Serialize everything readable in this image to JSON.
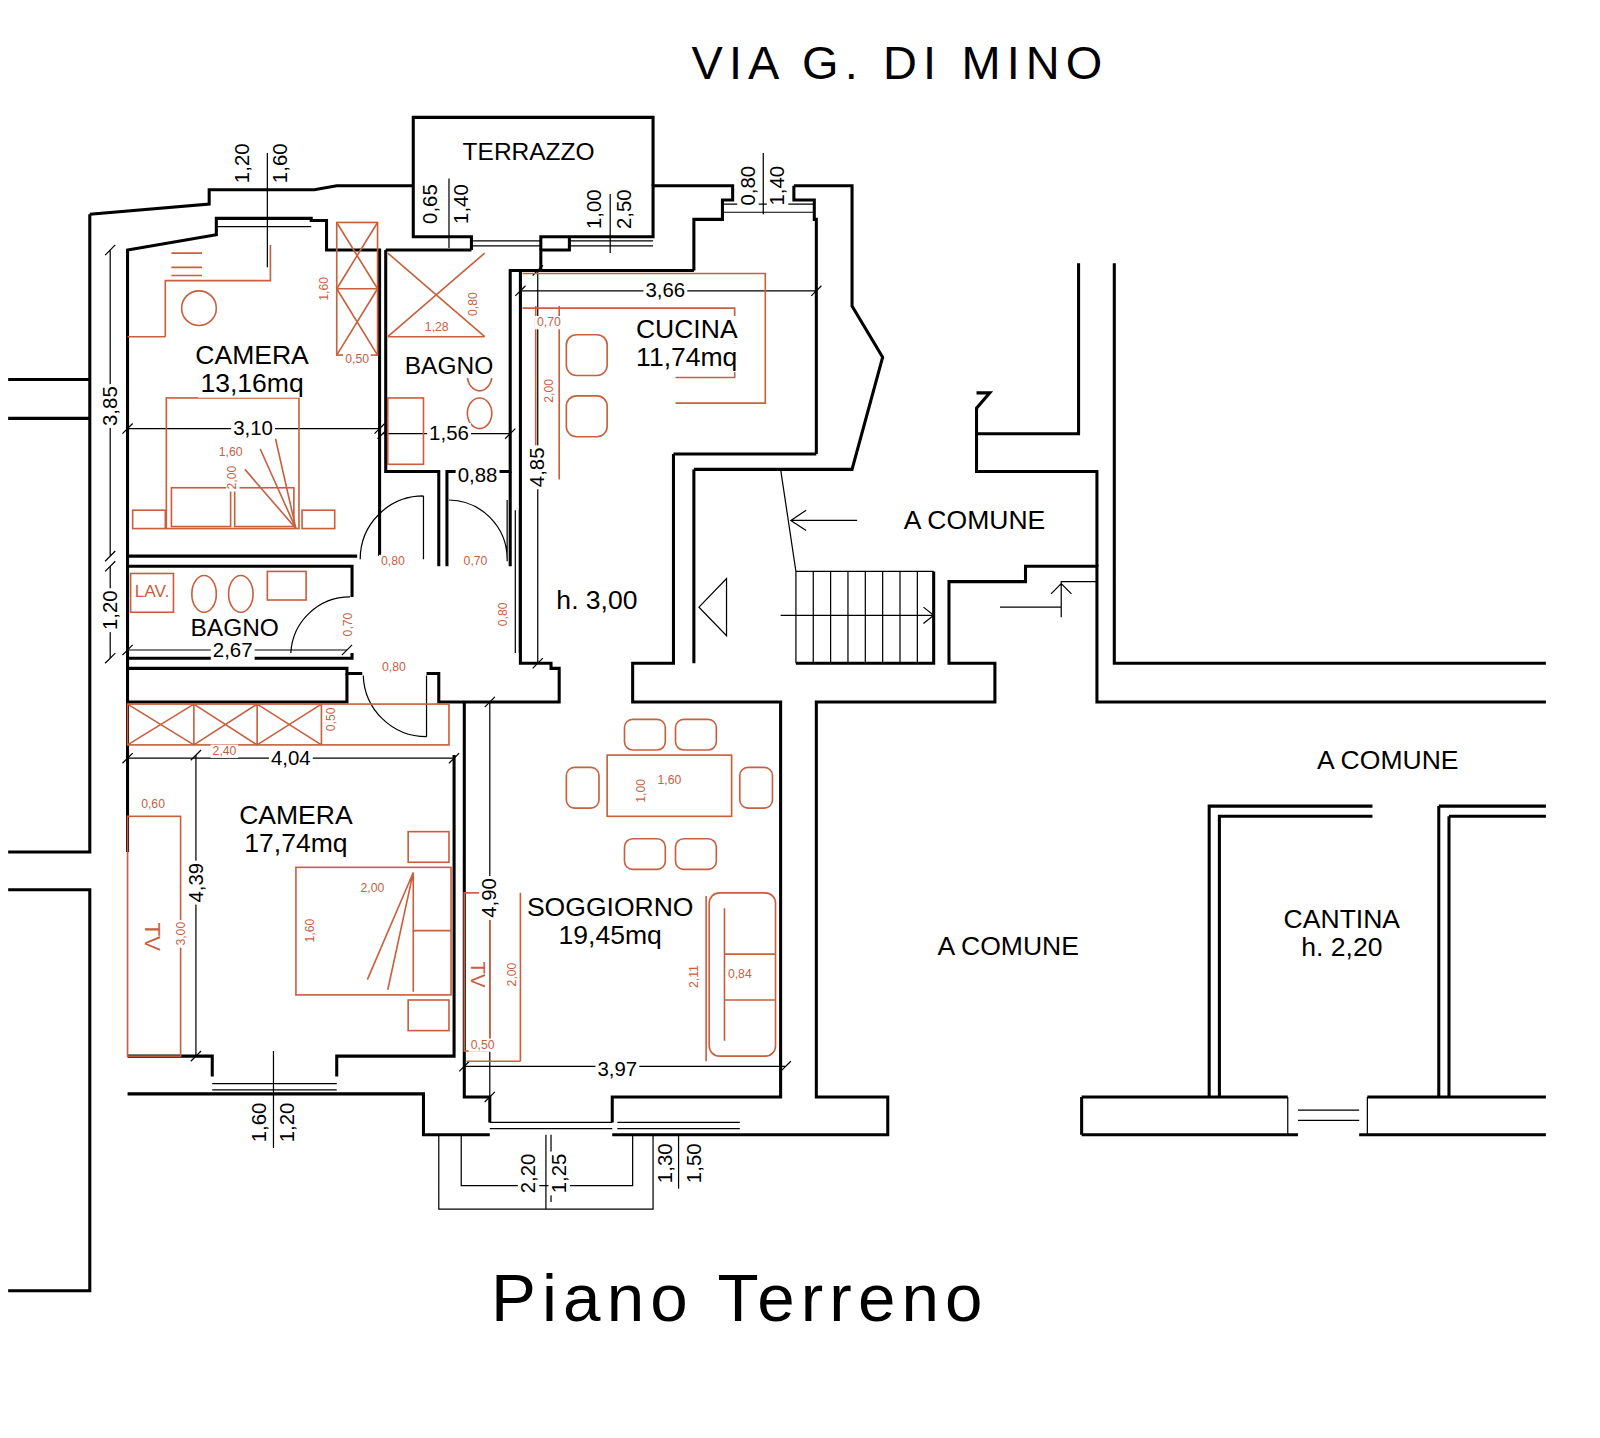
{
  "diagram": {
    "caption": "Piano Terreno",
    "nodes": [
      {
        "text": [
          "TERRAZZO"
        ]
      },
      {
        "text": [
          "CAMERA",
          "13,16mq"
        ]
      },
      {
        "text": [
          "BAGNO"
        ]
      },
      {
        "text": [
          "CUCINA",
          "11,74mq"
        ]
      },
      {
        "text": [
          "BAGNO"
        ]
      },
      {
        "text": [
          "CAMERA",
          "17,74mq"
        ]
      },
      {
        "text": [
          "SOGGIORNO",
          "19,45mq"
        ]
      },
      {
        "text": [
          "CANTINA",
          "h. 2,20"
        ]
      }
    ],
    "labels": [
      "VIA G. DI MINO",
      "A COMUNE",
      "A COMUNE",
      "A COMUNE",
      "h. 3,00",
      "LAV.",
      "TV",
      "TV",
      "1,20",
      "1,60",
      "0,65",
      "1,40",
      "1,00",
      "2,50",
      "0,80",
      "1,40",
      "3,66",
      "1,60",
      "0,50",
      "0,80",
      "1,28",
      "0,70",
      "2,00",
      "3,85",
      "3,10",
      "1,60",
      "2,00",
      "1,56",
      "0,88",
      "4,85",
      "0,80",
      "0,70",
      "1,20",
      "0,70",
      "0,80",
      "2,67",
      "0,80",
      "2,40",
      "4,04",
      "0,50",
      "0,60",
      "4,39",
      "3,00",
      "2,00",
      "1,60",
      "4,90",
      "1,00",
      "1,60",
      "2,00",
      "0,50",
      "2,11",
      "0,84",
      "3,97",
      "1,20",
      "1,60",
      "2,20",
      "1,25",
      "1,50",
      "1,30"
    ]
  }
}
